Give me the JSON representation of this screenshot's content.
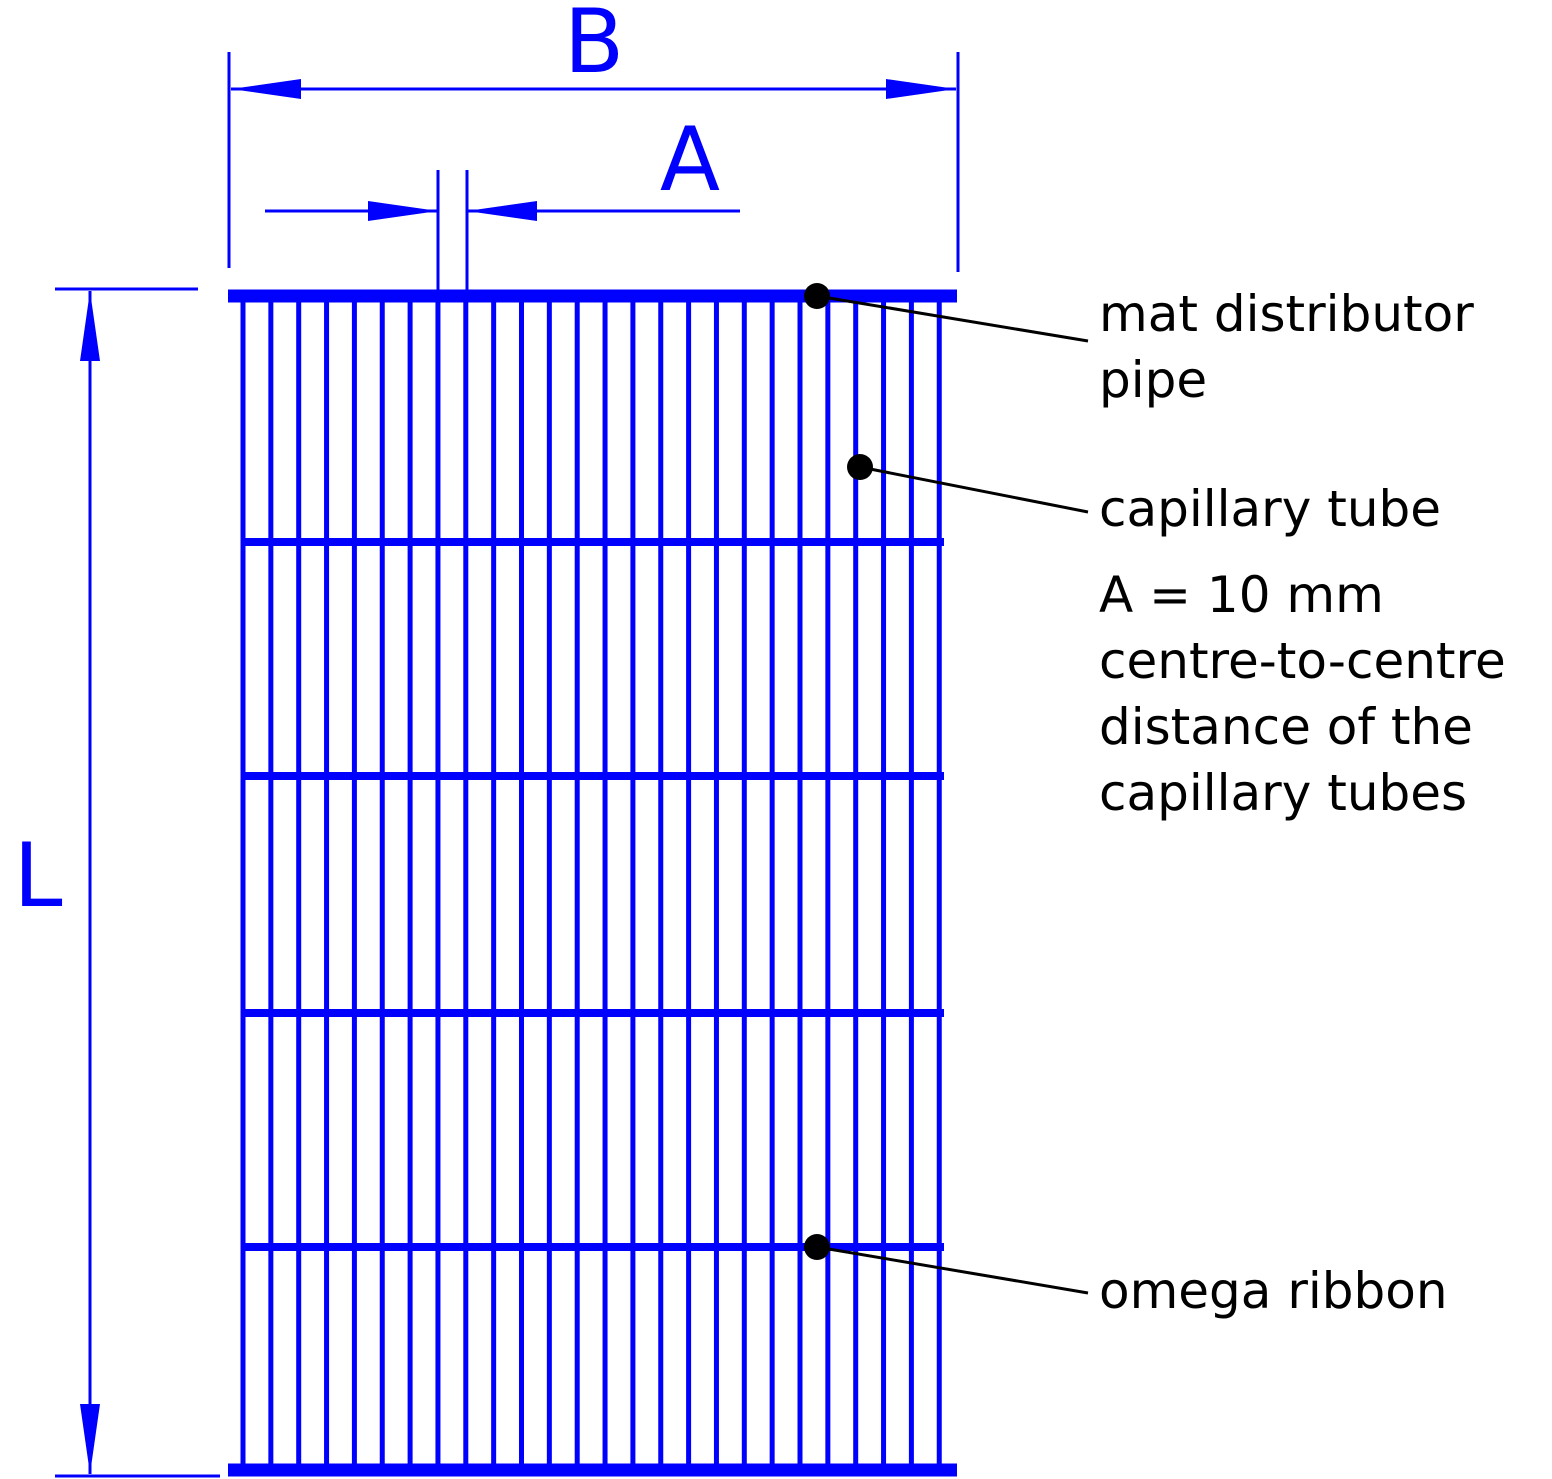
{
  "dimension_labels": {
    "width": "B",
    "spacing": "A",
    "length": "L"
  },
  "callouts": {
    "mat_distributor_pipe": [
      "mat distributor",
      "pipe"
    ],
    "capillary_tube": [
      "capillary tube"
    ],
    "spacing_note": [
      "A = 10 mm",
      "centre-to-centre",
      "distance of the",
      "capillary tubes"
    ],
    "omega_ribbon": [
      "omega ribbon"
    ]
  },
  "colors": {
    "drawing": "#0000ff",
    "leader": "#000000",
    "text": "#000000"
  }
}
